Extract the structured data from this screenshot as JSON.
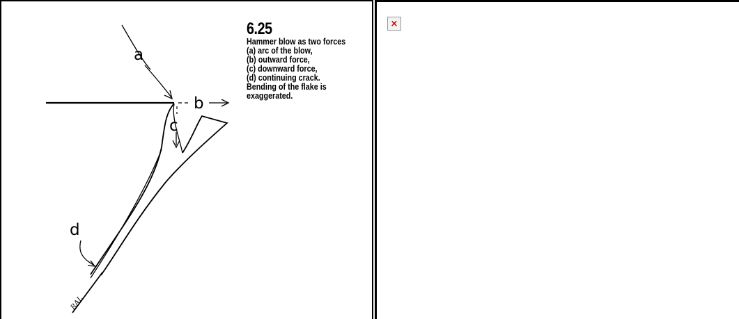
{
  "figure": {
    "number": "6.25",
    "caption_lines": [
      "Hammer blow as two forces",
      "(a) arc of the blow,",
      "(b) outward force,",
      "(c) downward force,",
      "(d) continuing crack.",
      "Bending of the flake is",
      "exaggerated."
    ],
    "labels": {
      "a": "a",
      "b": "b",
      "c": "c",
      "d": "d"
    },
    "signature": "RAL"
  },
  "right_panel": {
    "broken_image_icon": "broken-image-icon",
    "icon_glyph": "×",
    "icon_color": "#d00000"
  }
}
